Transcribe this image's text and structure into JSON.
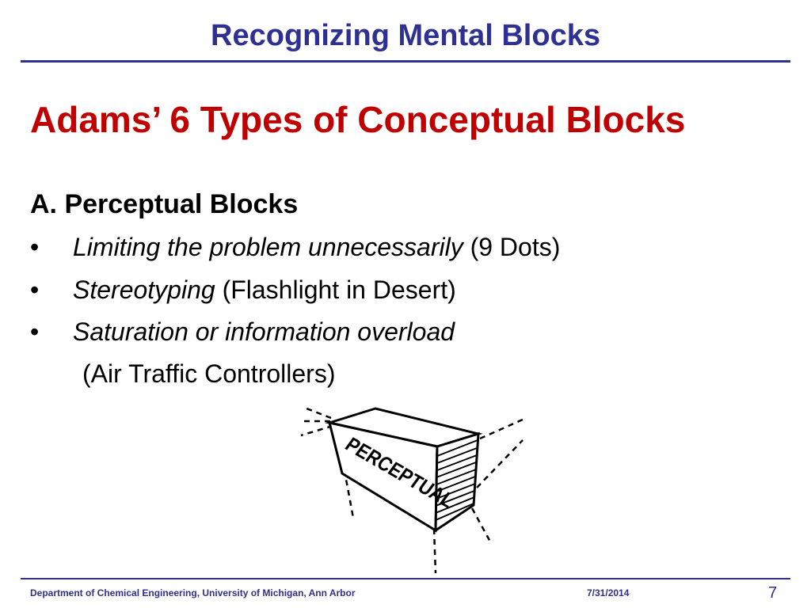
{
  "slide": {
    "title": "Recognizing Mental Blocks",
    "heading": "Adams’ 6 Types of Conceptual Blocks",
    "section": "A. Perceptual Blocks",
    "bullet_symbol": "•",
    "bullets": [
      {
        "italic": "Limiting the problem unnecessarily",
        "normal": " (9 Dots)"
      },
      {
        "italic": "Stereotyping",
        "normal": " (Flashlight in Desert)"
      },
      {
        "italic": "Saturation or information overload",
        "normal": ""
      }
    ],
    "continuation": "(Air Traffic Controllers)",
    "illustration_label": "PERCEPTUAL"
  },
  "footer": {
    "department": "Department of Chemical Engineering, University of Michigan, Ann Arbor",
    "date": "7/31/2014",
    "page_number": "7"
  },
  "colors": {
    "title": "#2e3192",
    "heading": "#c00000",
    "body": "#000000"
  }
}
